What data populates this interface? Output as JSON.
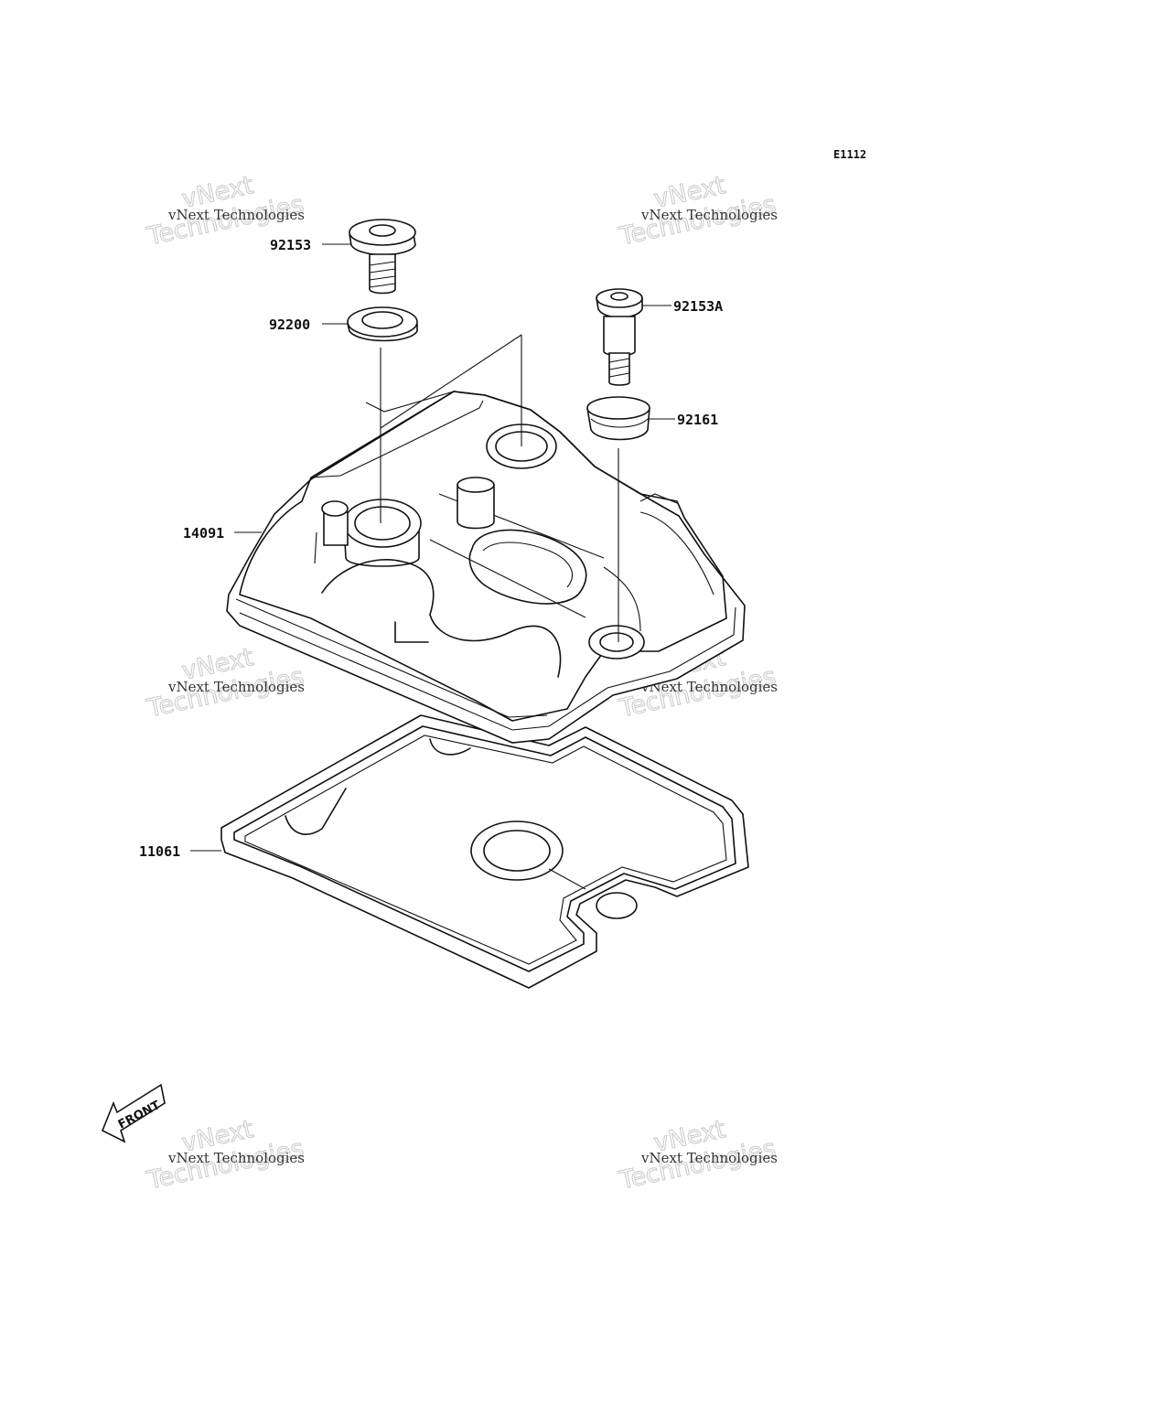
{
  "diagram": {
    "code": "E1112",
    "parts": {
      "bolt_top": "92153",
      "washer": "92200",
      "bolt_a": "92153A",
      "grommet": "92161",
      "cover": "14091",
      "gasket": "11061"
    },
    "front_marker": "FRONT",
    "watermark": {
      "line1": "vNext Technologies",
      "big_line1": "vNext",
      "big_line2": "Technologies"
    }
  }
}
